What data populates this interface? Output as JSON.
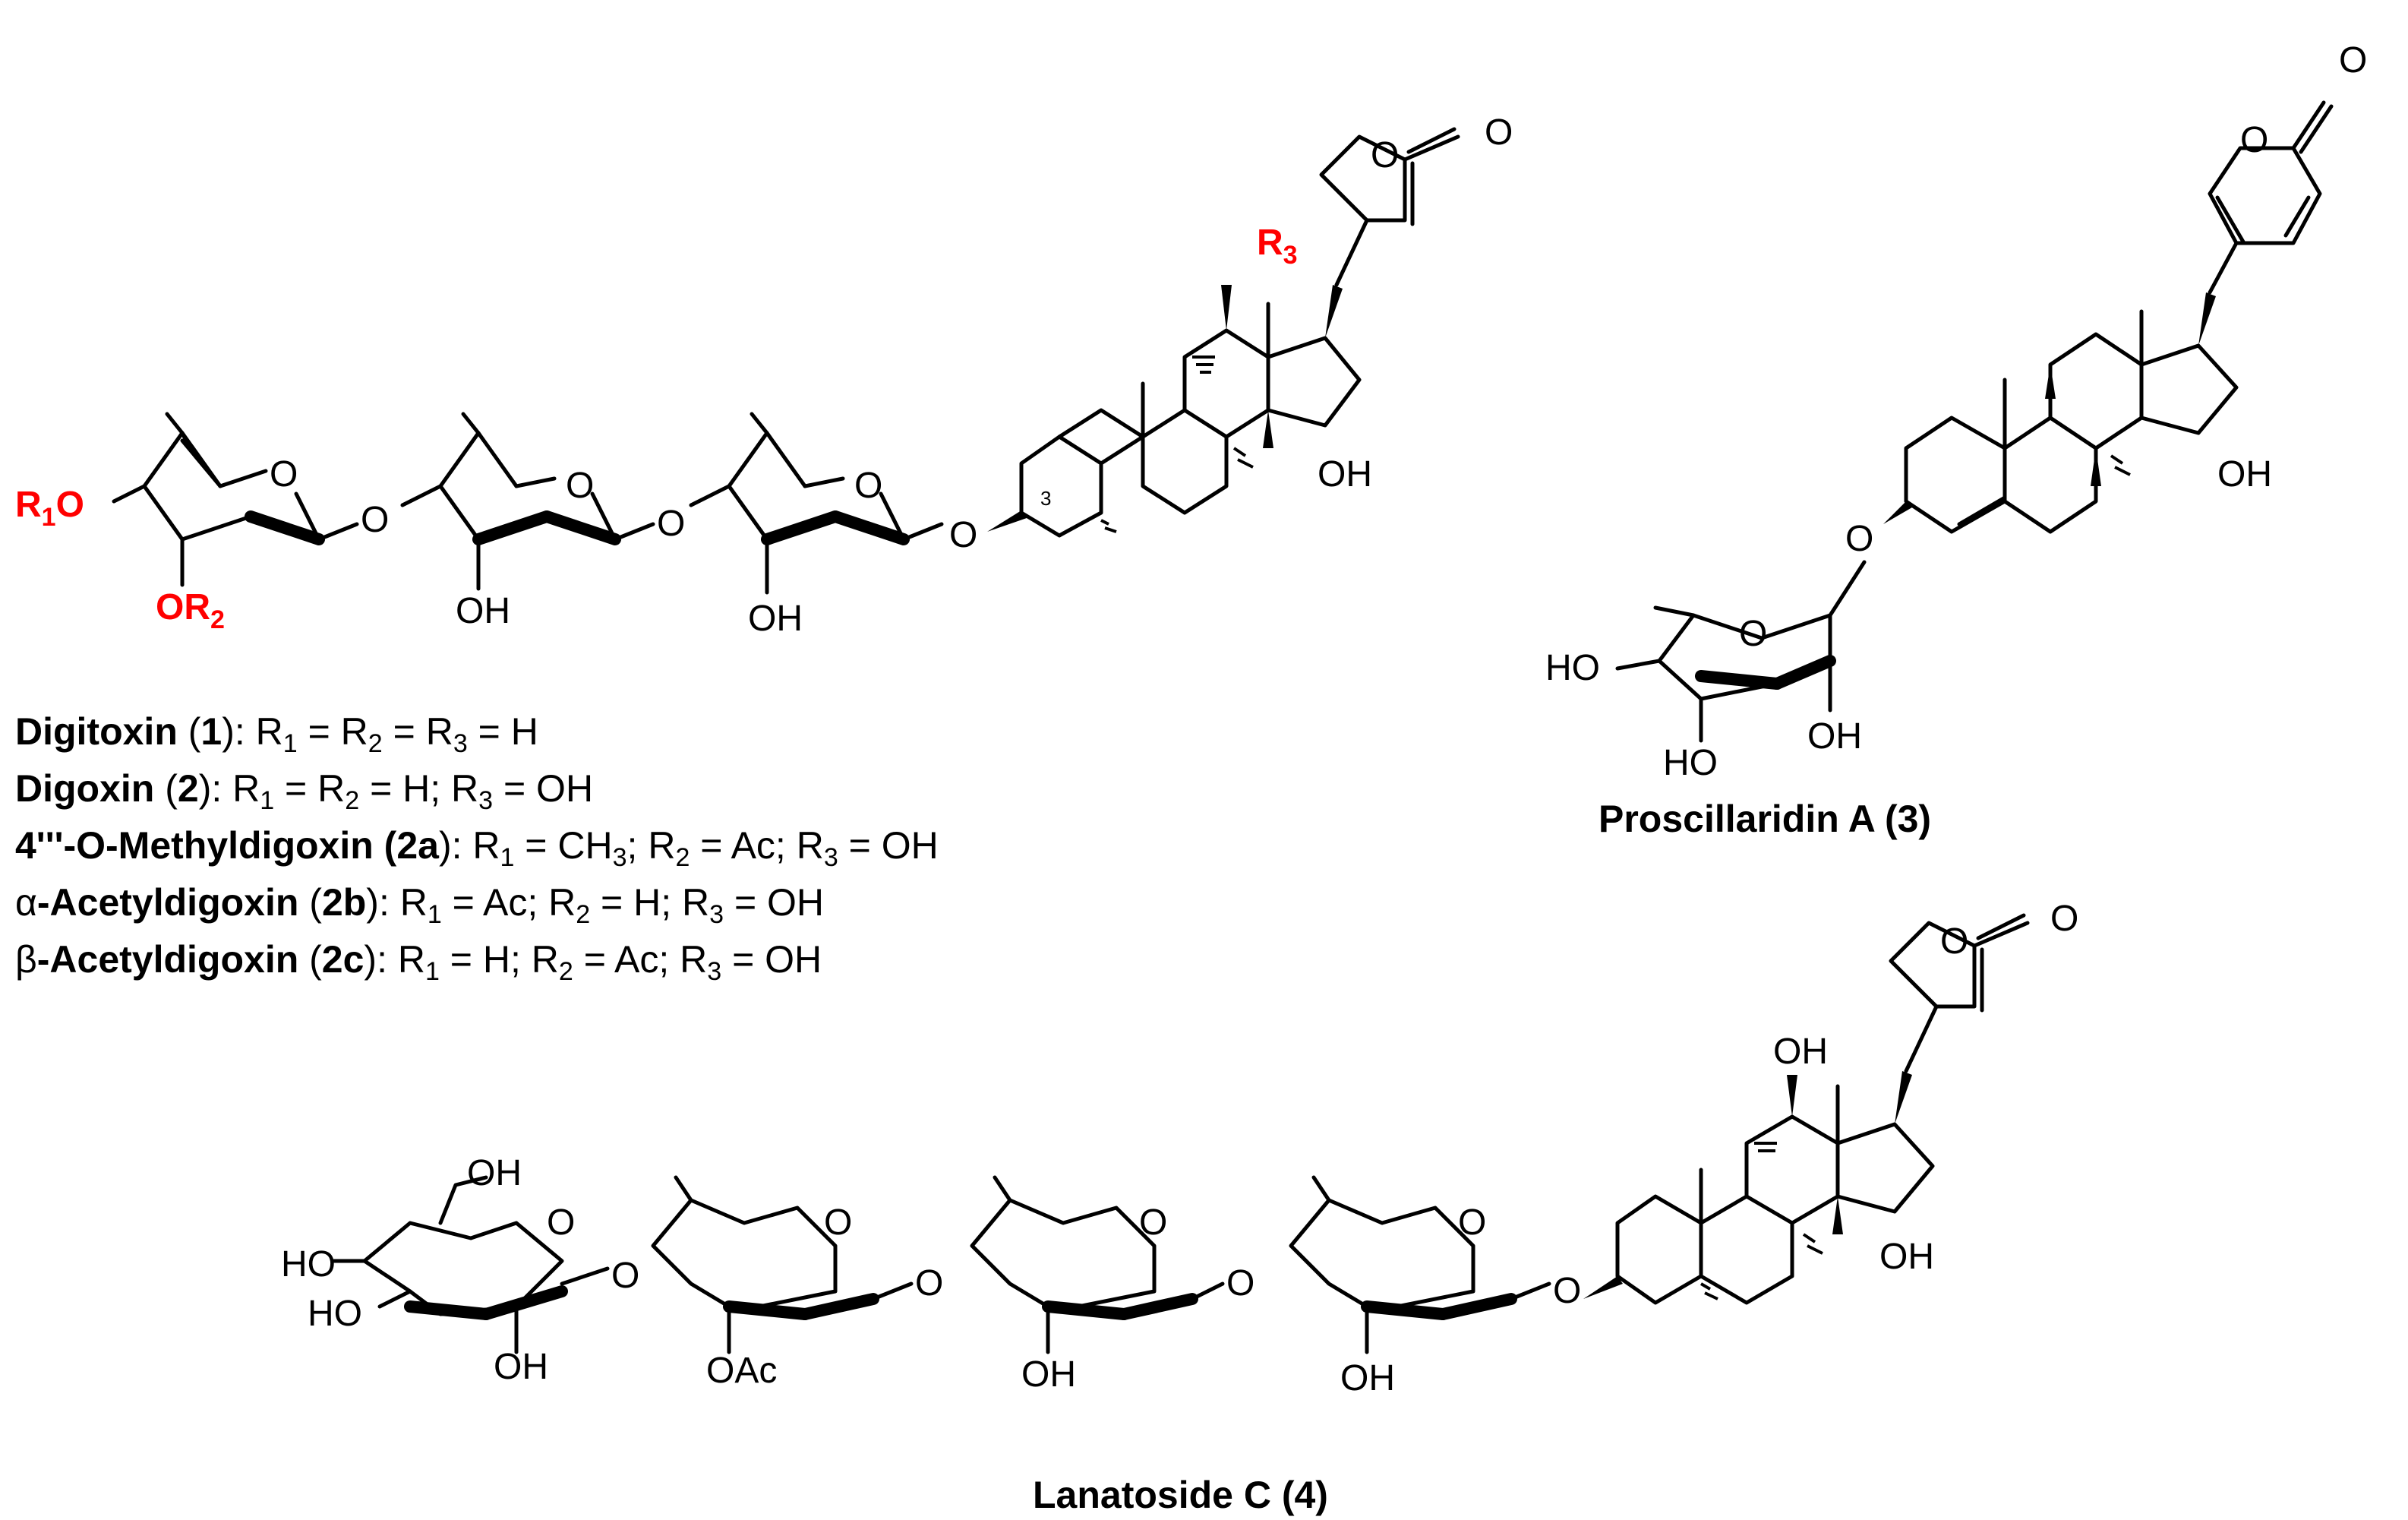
{
  "atoms": {
    "O": "O",
    "OH": "OH",
    "HO": "HO",
    "OAc": "OAc",
    "R1O_R": "R",
    "R1O_1": "1",
    "R1O_O": "O",
    "OR2_O": "OR",
    "OR2_2": "2",
    "R3_R": "R",
    "R3_3": "3",
    "C3": "3"
  },
  "captions": {
    "digitoxin": {
      "name": "Digitoxin",
      "open": " (",
      "num": "1",
      "rest": "): R",
      "s1": "1",
      "eq1": " = R",
      "s2": "2",
      "eq2": " = R",
      "s3": "3",
      "end": " = H"
    },
    "digoxin": {
      "name": "Digoxin",
      "open": " (",
      "num": "2",
      "rest": "): R",
      "s1": "1",
      "eq1": " = R",
      "s2": "2",
      "eq2": " = H; R",
      "s3": "3",
      "end": " = OH"
    },
    "methyldigoxin": {
      "name": "4'''-O-Methyldigoxin (2a",
      "rest": "): R",
      "s1": "1",
      "eq1": " = CH",
      "s2": "3",
      "eq2": "; R",
      "s3": "2",
      "mid": " = Ac; R",
      "s4": "3",
      "end": " = OH"
    },
    "alpha": {
      "greek": "α",
      "name": "-Acetyldigoxin",
      "open": " (",
      "num": "2b",
      "rest": "): R",
      "s1": "1",
      "eq1": " = Ac; R",
      "s2": "2",
      "eq2": " = H; R",
      "s3": "3",
      "end": " = OH"
    },
    "beta": {
      "greek": "β",
      "name": "-Acetyldigoxin",
      "open": " (",
      "num": "2c",
      "rest": "): R",
      "s1": "1",
      "eq1": " = H; R",
      "s2": "2",
      "eq2": " = Ac; R",
      "s3": "3",
      "end": " = OH"
    },
    "proscillaridin": {
      "name": "Proscillaridin A (",
      "num": "3",
      "close": ")"
    },
    "lanatoside": {
      "name": "Lanatoside C (",
      "num": "4",
      "close": ")"
    }
  },
  "colors": {
    "highlight": "#ff0000",
    "ink": "#000000"
  }
}
